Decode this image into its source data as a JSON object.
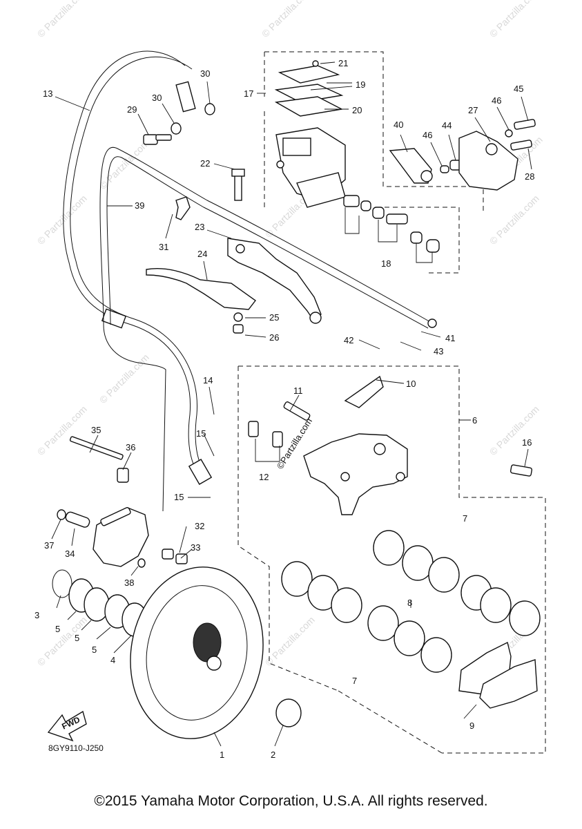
{
  "diagram_code": "8GY9110-J250",
  "copyright": "©2015 Yamaha Motor Corporation, U.S.A. All rights reserved.",
  "fwd_label": "FWD",
  "watermark": "© Partzilla.com",
  "center_watermark": "©Partzilla.com",
  "callouts": [
    "1",
    "2",
    "3",
    "4",
    "5",
    "5",
    "5",
    "6",
    "7",
    "7",
    "7",
    "8",
    "9",
    "10",
    "11",
    "12",
    "13",
    "14",
    "15",
    "15",
    "16",
    "17",
    "18",
    "19",
    "20",
    "21",
    "22",
    "23",
    "24",
    "25",
    "26",
    "27",
    "28",
    "29",
    "30",
    "30",
    "31",
    "32",
    "33",
    "34",
    "35",
    "36",
    "37",
    "38",
    "39",
    "40",
    "41",
    "42",
    "43",
    "44",
    "45",
    "46",
    "46"
  ]
}
